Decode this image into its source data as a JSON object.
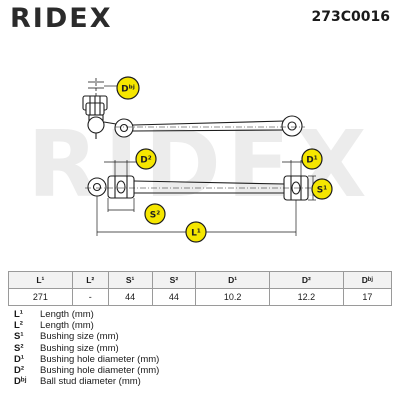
{
  "brand": "RIDEX",
  "part_number": "273C0016",
  "watermark": "RIDEX",
  "callouts": {
    "ball_stud": "Dᵇʲ",
    "d2": "D²",
    "d1": "D¹",
    "s1": "S¹",
    "s2": "S²",
    "l1": "L¹"
  },
  "table": {
    "headers": [
      "L¹",
      "L²",
      "S¹",
      "S²",
      "D¹",
      "D²",
      "Dᵇʲ"
    ],
    "values": [
      "271",
      "-",
      "44",
      "44",
      "10.2",
      "12.2",
      "17"
    ]
  },
  "legend": [
    {
      "symbol": "L¹",
      "text": "Length (mm)"
    },
    {
      "symbol": "L²",
      "text": "Length (mm)"
    },
    {
      "symbol": "S¹",
      "text": "Bushing size (mm)"
    },
    {
      "symbol": "S²",
      "text": "Bushing size (mm)"
    },
    {
      "symbol": "D¹",
      "text": "Bushing hole diameter (mm)"
    },
    {
      "symbol": "D²",
      "text": "Bushing hole diameter (mm)"
    },
    {
      "symbol": "Dᵇʲ",
      "text": "Ball stud diameter (mm)"
    }
  ],
  "colors": {
    "callout_fill": "#f5e600",
    "line": "#1e1e1e",
    "watermark": "#ececec"
  }
}
